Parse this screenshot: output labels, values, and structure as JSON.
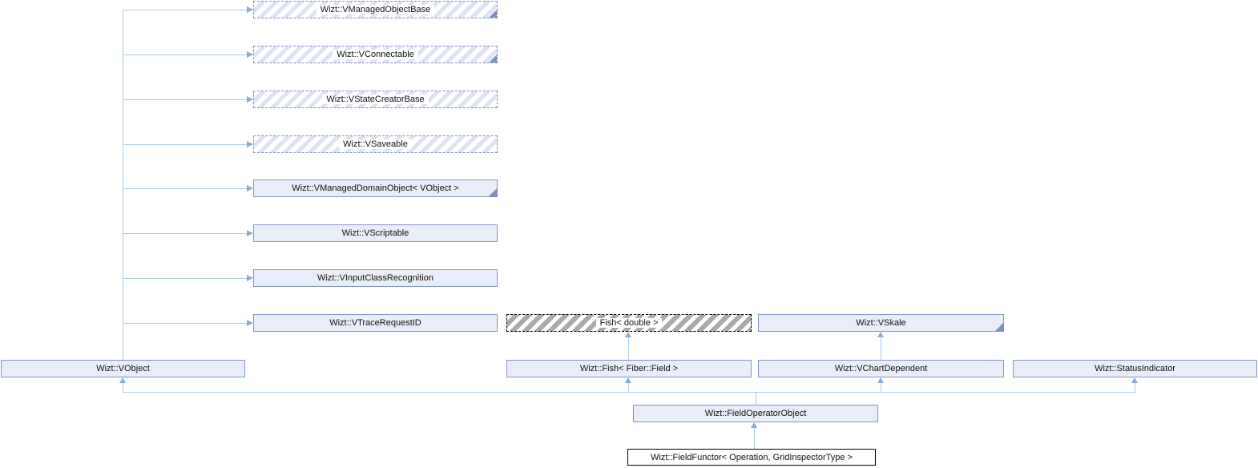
{
  "diagram": {
    "title": "Inheritance graph for Wizt::FieldFunctor< Operation, GridInspectorType >",
    "type": "class-inheritance-graph",
    "colors": {
      "edge_line": "#a9cbe9",
      "edge_arrowhead": "#85add8",
      "node_fill": "#e9edf7",
      "node_border": "#8595c5",
      "dashed_border_blue": "#7d91c1",
      "hatch_stripe_blue": "#dde3f2",
      "hatch_stripe_gray": "#aaaaaa",
      "current_node_border": "#000000",
      "text": "#111111",
      "background": "#ffffff"
    },
    "nodes": [
      {
        "label": "Wizt::VManagedObjectBase",
        "style": "hatch-blue",
        "truncated_marker": true
      },
      {
        "label": "Wizt::VConnectable",
        "style": "hatch-blue",
        "truncated_marker": true
      },
      {
        "label": "Wizt::VStateCreatorBase",
        "style": "hatch-blue",
        "truncated_marker": false
      },
      {
        "label": "Wizt::VSaveable",
        "style": "hatch-blue",
        "truncated_marker": false
      },
      {
        "label": "Wizt::VManagedDomainObject< VObject >",
        "style": "solid",
        "truncated_marker": true
      },
      {
        "label": "Wizt::VScriptable",
        "style": "solid",
        "truncated_marker": false
      },
      {
        "label": "Wizt::VInputClassRecognition",
        "style": "solid",
        "truncated_marker": false
      },
      {
        "label": "Wizt::VTraceRequestID",
        "style": "solid",
        "truncated_marker": false
      },
      {
        "label": "Fish< double >",
        "style": "hatch-gray",
        "truncated_marker": false
      },
      {
        "label": "Wizt::VSkale",
        "style": "solid",
        "truncated_marker": true
      },
      {
        "label": "Wizt::VObject",
        "style": "solid",
        "truncated_marker": false
      },
      {
        "label": "Wizt::Fish< Fiber::Field >",
        "style": "solid",
        "truncated_marker": false
      },
      {
        "label": "Wizt::VChartDependent",
        "style": "solid",
        "truncated_marker": false
      },
      {
        "label": "Wizt::StatusIndicator",
        "style": "solid",
        "truncated_marker": false
      },
      {
        "label": "Wizt::FieldOperatorObject",
        "style": "solid",
        "truncated_marker": false
      },
      {
        "label": "Wizt::FieldFunctor< Operation, GridInspectorType >",
        "style": "current",
        "truncated_marker": false
      }
    ],
    "edges": [
      {
        "from": "Wizt::VObject",
        "to": "Wizt::VManagedObjectBase"
      },
      {
        "from": "Wizt::VObject",
        "to": "Wizt::VConnectable"
      },
      {
        "from": "Wizt::VObject",
        "to": "Wizt::VStateCreatorBase"
      },
      {
        "from": "Wizt::VObject",
        "to": "Wizt::VSaveable"
      },
      {
        "from": "Wizt::VObject",
        "to": "Wizt::VManagedDomainObject< VObject >"
      },
      {
        "from": "Wizt::VObject",
        "to": "Wizt::VScriptable"
      },
      {
        "from": "Wizt::VObject",
        "to": "Wizt::VInputClassRecognition"
      },
      {
        "from": "Wizt::VObject",
        "to": "Wizt::VTraceRequestID"
      },
      {
        "from": "Wizt::Fish< Fiber::Field >",
        "to": "Fish< double >"
      },
      {
        "from": "Wizt::VChartDependent",
        "to": "Wizt::VSkale"
      },
      {
        "from": "Wizt::FieldOperatorObject",
        "to": "Wizt::VObject"
      },
      {
        "from": "Wizt::FieldOperatorObject",
        "to": "Wizt::Fish< Fiber::Field >"
      },
      {
        "from": "Wizt::FieldOperatorObject",
        "to": "Wizt::VChartDependent"
      },
      {
        "from": "Wizt::FieldOperatorObject",
        "to": "Wizt::StatusIndicator"
      },
      {
        "from": "Wizt::FieldFunctor< Operation, GridInspectorType >",
        "to": "Wizt::FieldOperatorObject"
      }
    ]
  }
}
